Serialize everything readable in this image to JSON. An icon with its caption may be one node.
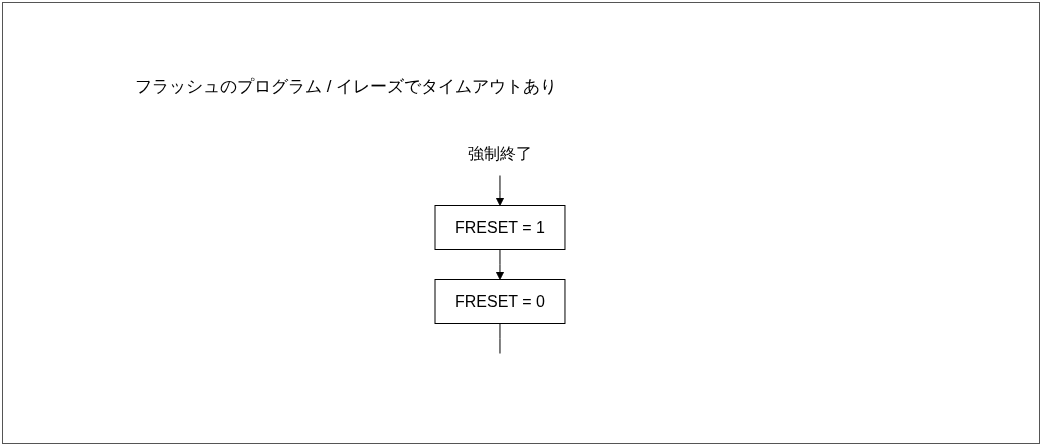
{
  "diagram": {
    "title": "フラッシュのプログラム / イレーズでタイムアウトあり",
    "nodes": [
      {
        "text": [
          "強制終了"
        ]
      },
      {
        "text": [
          "FRESET = 1"
        ]
      },
      {
        "text": [
          "FRESET = 0"
        ]
      }
    ],
    "edges": [
      {
        "from": 0,
        "to": 1,
        "arrow": "to"
      },
      {
        "from": 1,
        "to": 2,
        "arrow": "to"
      },
      {
        "from": 2,
        "to": null,
        "arrow": "none"
      }
    ]
  }
}
